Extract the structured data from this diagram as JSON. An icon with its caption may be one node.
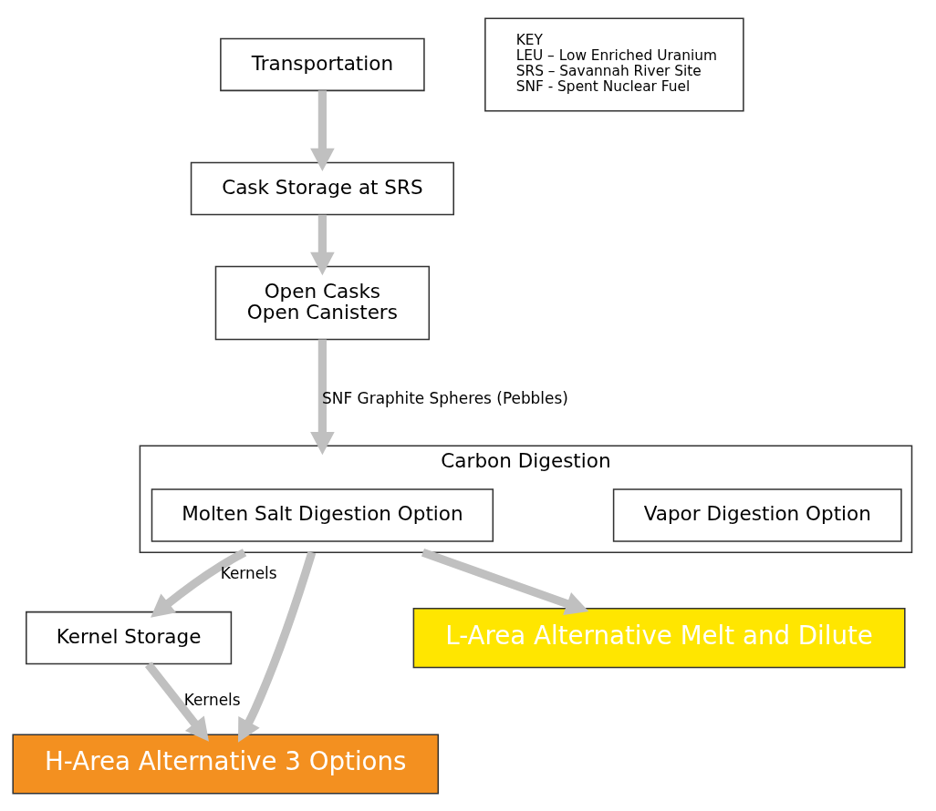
{
  "diagram": {
    "nodes": [
      {
        "text": [
          "Transportation"
        ]
      },
      {
        "text": [
          "Cask Storage at SRS"
        ]
      },
      {
        "text": [
          "Open Casks",
          "Open Canisters"
        ]
      },
      {
        "text": [
          "Carbon Digestion"
        ]
      },
      {
        "text": [
          "Molten Salt Digestion Option"
        ],
        "in": 3
      },
      {
        "text": [
          "Vapor Digestion Option"
        ],
        "in": 3
      },
      {
        "text": [
          "Kernel Storage"
        ]
      },
      {
        "text": [
          "H-Area Alternative 3 Options"
        ]
      },
      {
        "text": [
          "L-Area Alternative Melt and Dilute"
        ]
      },
      {
        "text": [
          "KEY",
          "LEU – Low Enriched Uranium",
          "SRS – Savannah River Site",
          "SNF - Spent Nuclear Fuel"
        ]
      }
    ],
    "edges": [
      {
        "from": 0,
        "to": 1,
        "arrow": "to"
      },
      {
        "from": 1,
        "to": 2,
        "arrow": "to"
      },
      {
        "from": 2,
        "to": 3,
        "arrow": "to",
        "label": "SNF Graphite Spheres (Pebbles)"
      },
      {
        "from": 3,
        "to": 6,
        "arrow": "to",
        "label": "Kernels"
      },
      {
        "from": 3,
        "to": 7,
        "arrow": "to"
      },
      {
        "from": 3,
        "to": 8,
        "arrow": "to"
      },
      {
        "from": 6,
        "to": 7,
        "arrow": "to",
        "label": "Kernels"
      }
    ]
  }
}
